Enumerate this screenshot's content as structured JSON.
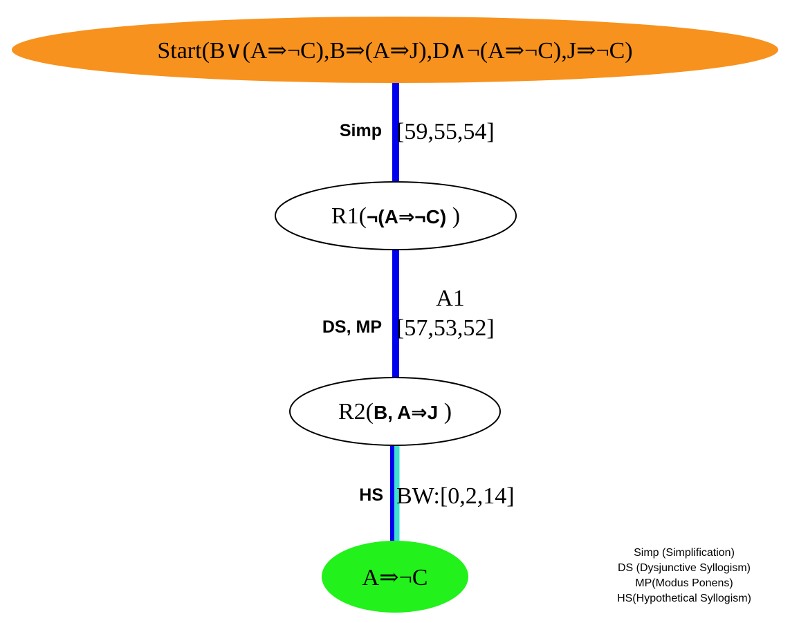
{
  "nodes": {
    "start": {
      "label": "Start(B∨(A⇒¬C),B⇒(A⇒J),D∧¬(A⇒¬C),J⇒¬C)",
      "fill": "#f7921e"
    },
    "r1": {
      "prefix": "R1(",
      "bold": "¬(A⇒¬C)",
      "suffix": " )",
      "fill": "#ffffff"
    },
    "r2": {
      "prefix": "R2(",
      "bold": "B,",
      "highlight": "A⇒J",
      "suffix": " )",
      "fill": "#ffffff",
      "highlight_color": "#1a2ae6"
    },
    "goal": {
      "label": "A⇒¬C",
      "fill": "#22f11b"
    }
  },
  "edges": [
    {
      "from": "start",
      "to": "r1",
      "rule": "Simp",
      "annotation": "",
      "weights": "[59,55,54]",
      "color": "#0000ee"
    },
    {
      "from": "r1",
      "to": "r2",
      "rule": "DS, MP",
      "annotation": "A1",
      "weights": "[57,53,52]",
      "color": "#0000ee"
    },
    {
      "from": "r2",
      "to": "goal",
      "rule": "HS",
      "annotation": "",
      "weights": "BW:[0,2,14]",
      "color": "#0000ee",
      "secondary_color": "#40e0d0"
    }
  ],
  "legend": [
    "Simp (Simplification)",
    "DS (Dysjunctive Syllogism)",
    "MP(Modus Ponens)",
    "HS(Hypothetical Syllogism)"
  ]
}
